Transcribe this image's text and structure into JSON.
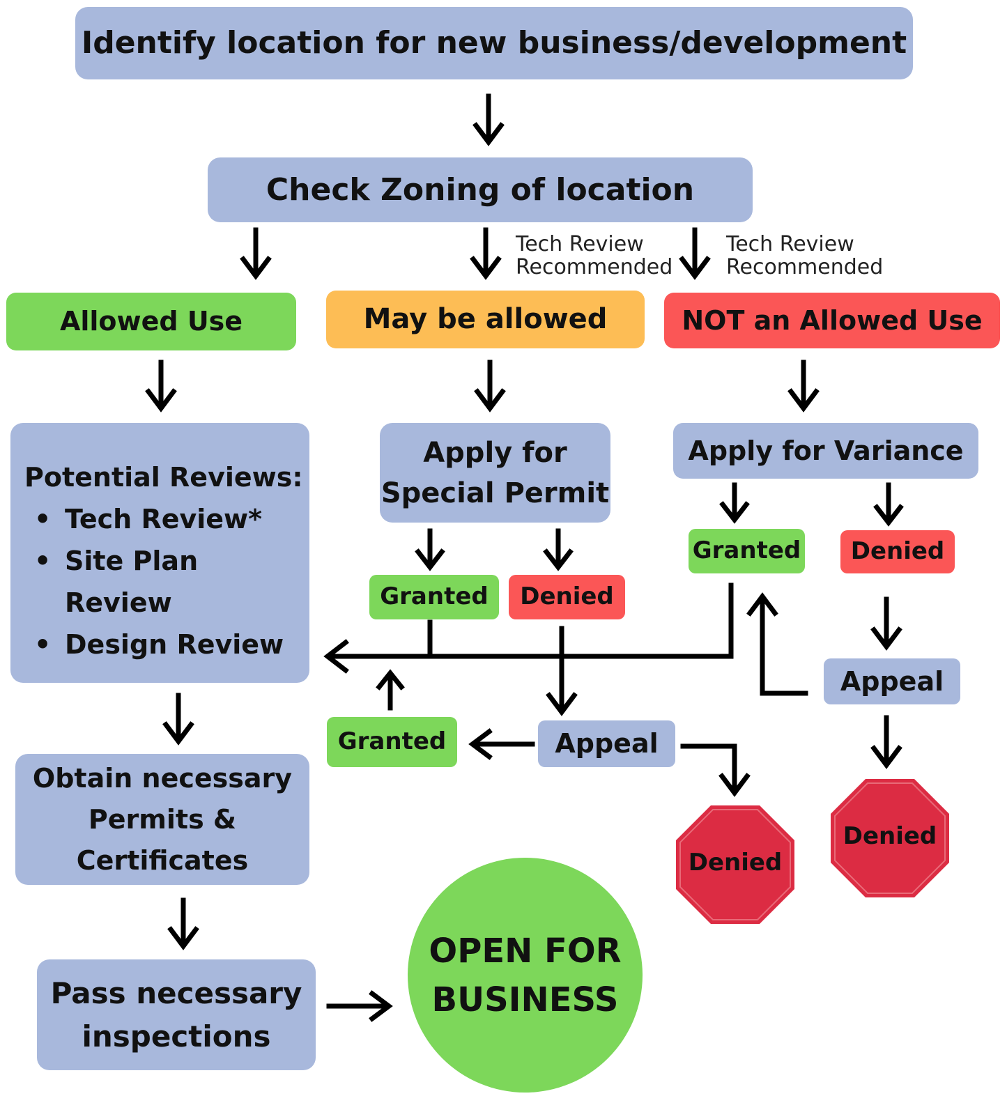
{
  "nodes": {
    "identify_location": "Identify location for new business/development",
    "check_zoning": "Check Zoning of location",
    "tech_review_note_mid": [
      "Tech Review",
      "Recommended"
    ],
    "tech_review_note_right": [
      "Tech Review",
      "Recommended"
    ],
    "allowed_use": "Allowed Use",
    "may_be_allowed": "May be allowed",
    "not_allowed": "NOT an Allowed Use",
    "potential_reviews": {
      "heading": "Potential Reviews:",
      "items": [
        "Tech Review*",
        "Site Plan Review",
        "Design Review"
      ]
    },
    "special_permit": [
      "Apply for",
      "Special Permit"
    ],
    "variance": "Apply for Variance",
    "sp_granted": "Granted",
    "sp_denied": "Denied",
    "var_granted": "Granted",
    "var_denied": "Denied",
    "sp_appeal": "Appeal",
    "sp_appeal_granted": "Granted",
    "sp_appeal_denied": "Denied",
    "var_appeal": "Appeal",
    "var_appeal_denied": "Denied",
    "obtain_permits": [
      "Obtain necessary",
      "Permits &",
      "Certificates"
    ],
    "pass_inspections": [
      "Pass necessary",
      "inspections"
    ],
    "open_for_business": [
      "OPEN FOR",
      "BUSINESS"
    ]
  },
  "colors": {
    "step": "#a8b8dc",
    "allowed": "#7dd75a",
    "maybe": "#fdbd55",
    "not_allowed": "#fb5656",
    "stop_sign": "#dc2c43",
    "arrow": "#000000"
  }
}
